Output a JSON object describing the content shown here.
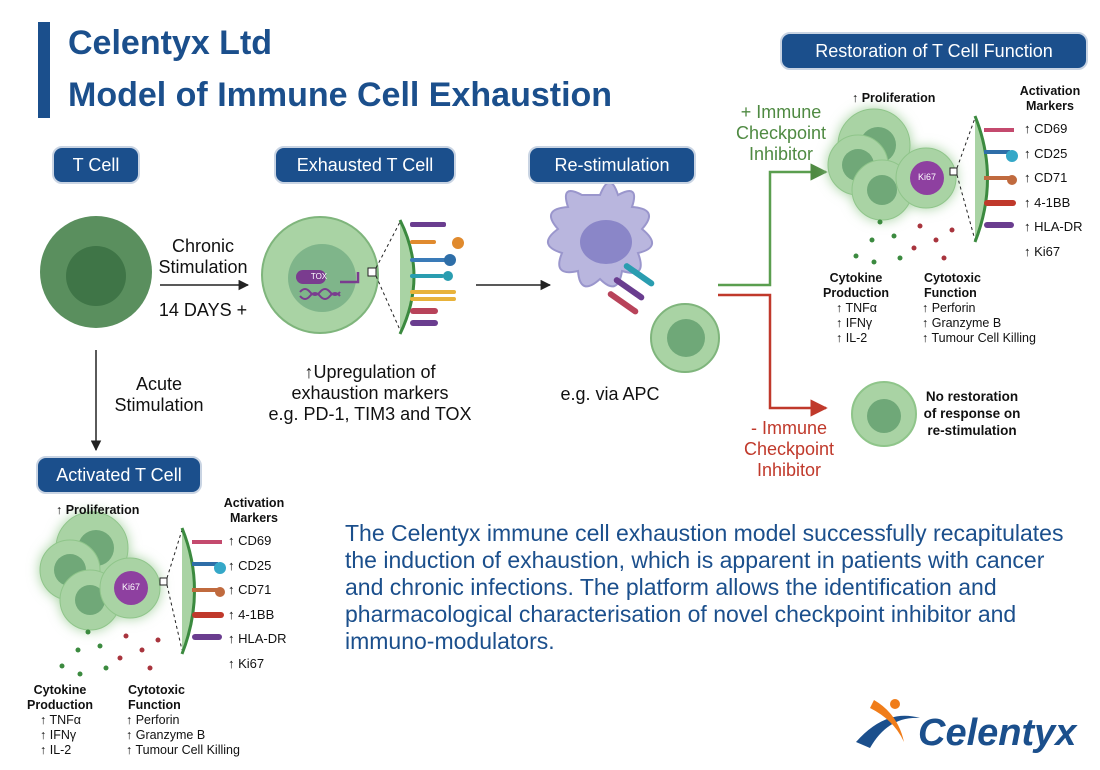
{
  "header": {
    "company": "Celentyx Ltd",
    "title": "Model of Immune Cell Exhaustion"
  },
  "stages": {
    "t_cell": "T Cell",
    "exhausted_t_cell": "Exhausted T Cell",
    "restimulation": "Re-stimulation",
    "activated_t_cell": "Activated T Cell",
    "restoration": "Restoration of T Cell Function"
  },
  "arrows": {
    "chronic_line1": "Chronic",
    "chronic_line2": "Stimulation",
    "duration": "14 DAYS +",
    "acute_line1": "Acute",
    "acute_line2": "Stimulation"
  },
  "exhausted": {
    "tox_label": "TOX",
    "line1": "↑Upregulation of",
    "line2": "exhaustion markers",
    "line3": "e.g. PD-1, TIM3 and TOX"
  },
  "restim": {
    "caption": "e.g. via APC"
  },
  "checkpoint": {
    "plus_line1": "+ Immune",
    "plus_line2": "Checkpoint",
    "plus_line3": "Inhibitor",
    "minus_line1": "- Immune",
    "minus_line2": "Checkpoint",
    "minus_line3": "Inhibitor"
  },
  "response": {
    "proliferation": "↑ Proliferation",
    "ki67_badge": "Ki67",
    "activation_markers_line1": "Activation",
    "activation_markers_line2": "Markers",
    "markers": [
      "↑ CD69",
      "↑ CD25",
      "↑ CD71",
      "↑ 4-1BB",
      "↑ HLA-DR",
      "↑ Ki67"
    ],
    "cytokine_title_line1": "Cytokine",
    "cytokine_title_line2": "Production",
    "cytokines": [
      "↑ TNFα",
      "↑ IFNγ",
      "↑ IL-2"
    ],
    "cytotoxic_title_line1": "Cytotoxic",
    "cytotoxic_title_line2": "Function",
    "cytotoxic": [
      "↑ Perforin",
      "↑ Granzyme B",
      "↑ Tumour Cell Killing"
    ]
  },
  "no_restoration": {
    "line1": "No restoration",
    "line2": "of response on",
    "line3": "re-stimulation"
  },
  "summary": {
    "text": "The Celentyx immune cell exhaustion model successfully recapitulates the induction of exhaustion, which is apparent in patients with cancer and chronic infections. The platform allows the identification and pharmacological characterisation of novel checkpoint inhibitor and immuno-modulators."
  },
  "logo": {
    "wordmark": "Celentyx"
  },
  "colors": {
    "brand_blue": "#1b4f8c",
    "cell_green": "#5a9e63",
    "positive_green": "#4f8a42",
    "negative_red": "#c0392b",
    "logo_orange": "#f07d1a"
  }
}
